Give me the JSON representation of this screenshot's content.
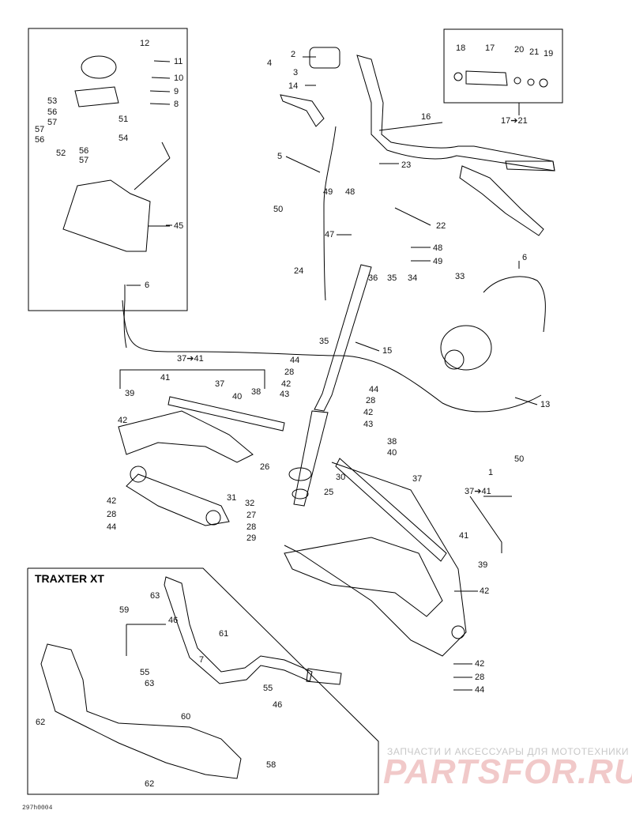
{
  "inset_title": "TRAXTER XT",
  "watermark": {
    "line1": "ЗАПЧАСТИ И АКСЕССУАРЫ ДЛЯ МОТОТЕХНИКИ",
    "line2": "PARTSFOR.RU"
  },
  "drawing_code": "297h0004",
  "callouts": {
    "c12": "12",
    "c11": "11",
    "c10": "10",
    "c9": "9",
    "c8": "8",
    "c53": "53",
    "c56a": "56",
    "c57a": "57",
    "c51": "51",
    "c57b": "57",
    "c56b": "56",
    "c52": "52",
    "c56c": "56",
    "c57c": "57",
    "c54": "54",
    "c45": "45",
    "c6a": "6",
    "c2": "2",
    "c4": "4",
    "c3": "3",
    "c14": "14",
    "c16": "16",
    "c5": "5",
    "c23": "23",
    "c50a": "50",
    "c49a": "49",
    "c48a": "48",
    "c22": "22",
    "c47": "47",
    "c48b": "48",
    "c49b": "49",
    "c24": "24",
    "c36": "36",
    "c35a": "35",
    "c34": "34",
    "c33": "33",
    "c6b": "6",
    "c35b": "35",
    "c15": "15",
    "c37to41a": "37➔41",
    "c44a": "44",
    "c28a": "28",
    "c41a": "41",
    "c37a": "37",
    "c42a": "42",
    "c39a": "39",
    "c40a": "40",
    "c38a": "38",
    "c43a": "43",
    "c44b": "44",
    "c28b": "28",
    "c42b": "42",
    "c43b": "43",
    "c13": "13",
    "c42c": "42",
    "c26": "26",
    "c30": "30",
    "c38b": "38",
    "c40b": "40",
    "c1": "1",
    "c50b": "50",
    "c37b": "37",
    "c37to41b": "37➔41",
    "c31": "31",
    "c32": "32",
    "c25": "25",
    "c42d": "42",
    "c28c": "28",
    "c44c": "44",
    "c27": "27",
    "c28d": "28",
    "c29": "29",
    "c41b": "41",
    "c39b": "39",
    "c42e": "42",
    "c42f": "42",
    "c28e": "28",
    "c44d": "44",
    "c18": "18",
    "c17": "17",
    "c20": "20",
    "c21": "21",
    "c19": "19",
    "c17to21": "17➔21",
    "c63a": "63",
    "c59": "59",
    "c46a": "46",
    "c61": "61",
    "c55a": "55",
    "c7": "7",
    "c63b": "63",
    "c55b": "55",
    "c46b": "46",
    "c60": "60",
    "c62a": "62",
    "c58": "58",
    "c62b": "62"
  }
}
